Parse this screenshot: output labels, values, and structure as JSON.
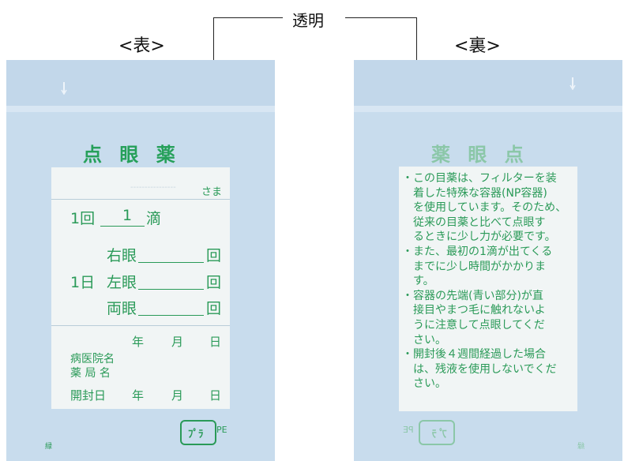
{
  "callout": {
    "transparent_label": "透明"
  },
  "front": {
    "side_label": "<表>",
    "title": "点 眼 薬",
    "sama": "さま",
    "dose_prefix": "1回",
    "dose_value": "1",
    "dose_unit": "滴",
    "right_eye": "右眼",
    "per_day": "1日",
    "left_eye": "左眼",
    "both_eyes": "両眼",
    "times_unit": "回",
    "year": "年",
    "month": "月",
    "day": "日",
    "hospital_name": "病医院名",
    "pharmacy_name": "薬 局 名",
    "opened_date": "開封日",
    "green_mark": "緑",
    "recycle_mark": "ﾌﾟﾗ",
    "material": "PE"
  },
  "back": {
    "side_label": "<裏>",
    "title": "薬 眼 点",
    "notes": [
      "・この目薬は、フィルターを装",
      "　着した特殊な容器(NP容器)",
      "　を使用しています。そのため、",
      "　従来の目薬と比べて点眼す",
      "　るときに少し力が必要です。",
      "・また、最初の1滴が出てくる",
      "　までに少し時間がかかりま",
      "　す。",
      "・容器の先端(青い部分)が直",
      "　接目やまつ毛に触れないよ",
      "　うに注意して点眼してくだ",
      "　さい。",
      "・開封後４週間経過した場合",
      "　は、残液を使用しないでくだ",
      "　さい。"
    ],
    "green_mark": "緑",
    "recycle_mark": "ﾌﾟﾗ",
    "material": "PE"
  },
  "colors": {
    "bag": "#c8dced",
    "panel": "#f1f5f5",
    "green": "#2a9a58"
  }
}
